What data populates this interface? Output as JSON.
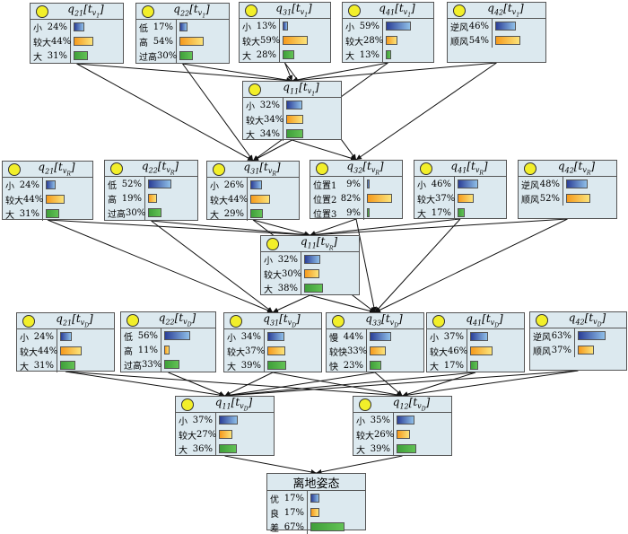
{
  "nodes": [
    {
      "id": "r1_q21",
      "title": "q21[tv1]",
      "rows": [
        {
          "label": "小",
          "pct": "24%",
          "value": 24
        },
        {
          "label": "较大",
          "pct": "44%",
          "value": 44
        },
        {
          "label": "大",
          "pct": "31%",
          "value": 31
        }
      ]
    },
    {
      "id": "r1_q22",
      "title": "q22[tv1]",
      "rows": [
        {
          "label": "低",
          "pct": "17%",
          "value": 17
        },
        {
          "label": "高",
          "pct": "54%",
          "value": 54
        },
        {
          "label": "过高",
          "pct": "30%",
          "value": 30
        }
      ]
    },
    {
      "id": "r1_q31",
      "title": "q31[tv1]",
      "rows": [
        {
          "label": "小",
          "pct": "13%",
          "value": 13
        },
        {
          "label": "较大",
          "pct": "59%",
          "value": 59
        },
        {
          "label": "大",
          "pct": "28%",
          "value": 28
        }
      ]
    },
    {
      "id": "r1_q41",
      "title": "q41[tv1]",
      "rows": [
        {
          "label": "小",
          "pct": "59%",
          "value": 59
        },
        {
          "label": "较大",
          "pct": "28%",
          "value": 28
        },
        {
          "label": "大",
          "pct": "13%",
          "value": 13
        }
      ]
    },
    {
      "id": "r1_q42",
      "title": "q42[tv1]",
      "rows": [
        {
          "label": "逆风",
          "pct": "46%",
          "value": 46
        },
        {
          "label": "顺风",
          "pct": "54%",
          "value": 54
        }
      ]
    },
    {
      "id": "r2_q11",
      "title": "q11[tv1]",
      "rows": [
        {
          "label": "小",
          "pct": "32%",
          "value": 32
        },
        {
          "label": "较大",
          "pct": "34%",
          "value": 34
        },
        {
          "label": "大",
          "pct": "34%",
          "value": 34
        }
      ]
    },
    {
      "id": "r3_q21",
      "title": "q21[tvR]",
      "rows": [
        {
          "label": "小",
          "pct": "24%",
          "value": 24
        },
        {
          "label": "较大",
          "pct": "44%",
          "value": 44
        },
        {
          "label": "大",
          "pct": "31%",
          "value": 31
        }
      ]
    },
    {
      "id": "r3_q22",
      "title": "q22[tvR]",
      "rows": [
        {
          "label": "低",
          "pct": "52%",
          "value": 52
        },
        {
          "label": "高",
          "pct": "19%",
          "value": 19
        },
        {
          "label": "过高",
          "pct": "30%",
          "value": 30
        }
      ]
    },
    {
      "id": "r3_q31",
      "title": "q31[tvR]",
      "rows": [
        {
          "label": "小",
          "pct": "26%",
          "value": 26
        },
        {
          "label": "较大",
          "pct": "44%",
          "value": 44
        },
        {
          "label": "大",
          "pct": "29%",
          "value": 29
        }
      ]
    },
    {
      "id": "r3_q32",
      "title": "q32[tvR]",
      "rows": [
        {
          "label": "位置1",
          "pct": "9%",
          "value": 9
        },
        {
          "label": "位置2",
          "pct": "82%",
          "value": 82
        },
        {
          "label": "位置3",
          "pct": "9%",
          "value": 9
        }
      ]
    },
    {
      "id": "r3_q41",
      "title": "q41[tvR]",
      "rows": [
        {
          "label": "小",
          "pct": "46%",
          "value": 46
        },
        {
          "label": "较大",
          "pct": "37%",
          "value": 37
        },
        {
          "label": "大",
          "pct": "17%",
          "value": 17
        }
      ]
    },
    {
      "id": "r3_q42",
      "title": "q42[tvR]",
      "rows": [
        {
          "label": "逆风",
          "pct": "48%",
          "value": 48
        },
        {
          "label": "顺风",
          "pct": "52%",
          "value": 52
        }
      ]
    },
    {
      "id": "r4_q11",
      "title": "q11[tvR]",
      "rows": [
        {
          "label": "小",
          "pct": "32%",
          "value": 32
        },
        {
          "label": "较大",
          "pct": "30%",
          "value": 30
        },
        {
          "label": "大",
          "pct": "38%",
          "value": 38
        }
      ]
    },
    {
      "id": "r5_q21",
      "title": "q21[tvD]",
      "rows": [
        {
          "label": "小",
          "pct": "24%",
          "value": 24
        },
        {
          "label": "较大",
          "pct": "44%",
          "value": 44
        },
        {
          "label": "大",
          "pct": "31%",
          "value": 31
        }
      ]
    },
    {
      "id": "r5_q22",
      "title": "q22[tvD]",
      "rows": [
        {
          "label": "低",
          "pct": "56%",
          "value": 56
        },
        {
          "label": "高",
          "pct": "11%",
          "value": 11
        },
        {
          "label": "过高",
          "pct": "33%",
          "value": 33
        }
      ]
    },
    {
      "id": "r5_q31",
      "title": "q31[tvD]",
      "rows": [
        {
          "label": "小",
          "pct": "34%",
          "value": 34
        },
        {
          "label": "较大",
          "pct": "37%",
          "value": 37
        },
        {
          "label": "大",
          "pct": "39%",
          "value": 39
        }
      ]
    },
    {
      "id": "r5_q33",
      "title": "q33[tvD]",
      "rows": [
        {
          "label": "慢",
          "pct": "44%",
          "value": 44
        },
        {
          "label": "较快",
          "pct": "33%",
          "value": 33
        },
        {
          "label": "快",
          "pct": "23%",
          "value": 23
        }
      ]
    },
    {
      "id": "r5_q41",
      "title": "q41[tvD]",
      "rows": [
        {
          "label": "小",
          "pct": "37%",
          "value": 37
        },
        {
          "label": "较大",
          "pct": "46%",
          "value": 46
        },
        {
          "label": "大",
          "pct": "17%",
          "value": 17
        }
      ]
    },
    {
      "id": "r5_q42",
      "title": "q42[tvD]",
      "rows": [
        {
          "label": "逆风",
          "pct": "63%",
          "value": 63
        },
        {
          "label": "顺风",
          "pct": "37%",
          "value": 37
        }
      ]
    },
    {
      "id": "r6_q11",
      "title": "q11[tvD]",
      "rows": [
        {
          "label": "小",
          "pct": "37%",
          "value": 37
        },
        {
          "label": "较大",
          "pct": "27%",
          "value": 27
        },
        {
          "label": "大",
          "pct": "36%",
          "value": 36
        }
      ]
    },
    {
      "id": "r6_q12",
      "title": "q12[tvD]",
      "rows": [
        {
          "label": "小",
          "pct": "35%",
          "value": 35
        },
        {
          "label": "较大",
          "pct": "26%",
          "value": 26
        },
        {
          "label": "大",
          "pct": "39%",
          "value": 39
        }
      ]
    },
    {
      "id": "final",
      "title": "离地姿态",
      "rows": [
        {
          "label": "优",
          "pct": "17%",
          "value": 17
        },
        {
          "label": "良",
          "pct": "17%",
          "value": 17
        },
        {
          "label": "差",
          "pct": "67%",
          "value": 67
        }
      ]
    }
  ],
  "edges": [
    [
      "r1_q21",
      "r2_q11"
    ],
    [
      "r1_q22",
      "r2_q11"
    ],
    [
      "r1_q31",
      "r2_q11"
    ],
    [
      "r1_q41",
      "r2_q11"
    ],
    [
      "r1_q42",
      "r2_q11"
    ],
    [
      "r1_q21",
      "r3_q31"
    ],
    [
      "r1_q22",
      "r3_q31"
    ],
    [
      "r1_q31",
      "r3_q32"
    ],
    [
      "r1_q41",
      "r3_q31"
    ],
    [
      "r1_q42",
      "r3_q32"
    ],
    [
      "r2_q11",
      "r3_q31"
    ],
    [
      "r2_q11",
      "r3_q32"
    ],
    [
      "r3_q21",
      "r4_q11"
    ],
    [
      "r3_q22",
      "r4_q11"
    ],
    [
      "r3_q31",
      "r4_q11"
    ],
    [
      "r3_q32",
      "r4_q11"
    ],
    [
      "r3_q41",
      "r4_q11"
    ],
    [
      "r3_q42",
      "r4_q11"
    ],
    [
      "r3_q21",
      "r5_q31"
    ],
    [
      "r3_q22",
      "r5_q31"
    ],
    [
      "r3_q31",
      "r5_q33"
    ],
    [
      "r3_q32",
      "r5_q33"
    ],
    [
      "r3_q41",
      "r5_q33"
    ],
    [
      "r3_q42",
      "r5_q33"
    ],
    [
      "r4_q11",
      "r5_q31"
    ],
    [
      "r4_q11",
      "r5_q33"
    ],
    [
      "r5_q21",
      "r6_q11"
    ],
    [
      "r5_q22",
      "r6_q11"
    ],
    [
      "r5_q31",
      "r6_q11"
    ],
    [
      "r5_q33",
      "r6_q11"
    ],
    [
      "r5_q41",
      "r6_q11"
    ],
    [
      "r5_q42",
      "r6_q11"
    ],
    [
      "r5_q21",
      "r6_q12"
    ],
    [
      "r5_q31",
      "r6_q12"
    ],
    [
      "r5_q33",
      "r6_q12"
    ],
    [
      "r5_q41",
      "r6_q12"
    ],
    [
      "r5_q42",
      "r6_q12"
    ],
    [
      "r6_q11",
      "final"
    ],
    [
      "r6_q12",
      "final"
    ]
  ]
}
